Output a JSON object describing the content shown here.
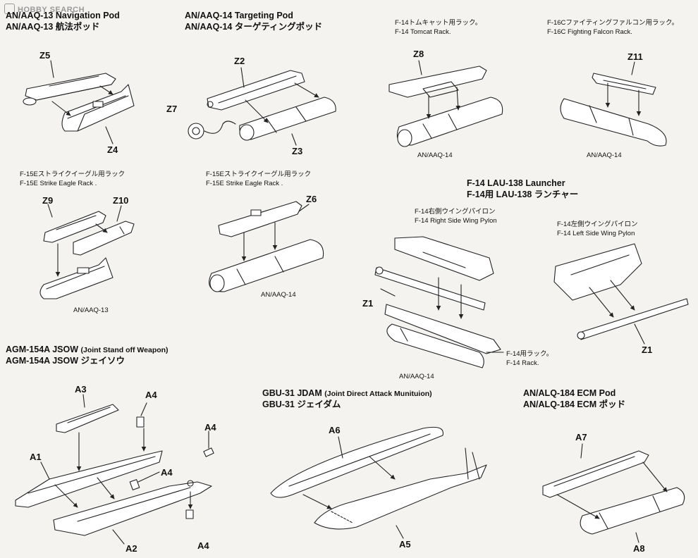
{
  "watermark": "HOBBY SEARCH",
  "sections": {
    "navpod": {
      "title_en": "AN/AAQ-13 Navigation Pod",
      "title_jp": "AN/AAQ-13 航法ポッド"
    },
    "tgtpod": {
      "title_en": "AN/AAQ-14 Targeting Pod",
      "title_jp": "AN/AAQ-14 ターゲティングポッド"
    },
    "f14rack": {
      "cap_jp": "F-14トムキャット用ラック。",
      "cap_en": "F-14 Tomcat Rack."
    },
    "f16rack": {
      "cap_jp": "F-16Cファイティングファルコン用ラック。",
      "cap_en": "F-16C Fighting Falcon Rack."
    },
    "f15rack_a": {
      "cap_jp": "F-15Eストライクイーグル用ラック",
      "cap_en": "F-15E Strike Eagle Rack .",
      "pod_label": "AN/AAQ-13"
    },
    "f15rack_b": {
      "cap_jp": "F-15Eストライクイーグル用ラック",
      "cap_en": "F-15E Strike Eagle Rack .",
      "pod_label": "AN/AAQ-14"
    },
    "lau138": {
      "title_en": "F-14 LAU-138 Launcher",
      "title_jp": "F-14用 LAU-138 ランチャー",
      "right_jp": "F-14右側ウイングパイロン",
      "right_en": "F-14 Right Side Wing Pylon",
      "left_jp": "F-14左側ウイングパイロン",
      "left_en": "F-14 Left Side Wing Pylon",
      "rack_jp": "F-14用ラック。",
      "rack_en": "F-14 Rack.",
      "pod_label": "AN/AAQ-14"
    },
    "jsow": {
      "title_en": "AGM-154A JSOW",
      "title_note": "(Joint Stand off Weapon)",
      "title_jp": "AGM-154A JSOW ジェイソウ"
    },
    "jdam": {
      "title_en": "GBU-31 JDAM",
      "title_note": "(Joint Direct Attack Munituion)",
      "title_jp": "GBU-31 ジェイダム"
    },
    "ecm": {
      "title_en": "AN/ALQ-184 ECM Pod",
      "title_jp": "AN/ALQ-184 ECM ポッド"
    }
  },
  "pod_labels": {
    "z8_pod": "AN/AAQ-14",
    "z11_pod": "AN/AAQ-14"
  },
  "parts": {
    "z5": "Z5",
    "z4": "Z4",
    "z2": "Z2",
    "z7": "Z7",
    "z3": "Z3",
    "z8": "Z8",
    "z11": "Z11",
    "z9": "Z9",
    "z10": "Z10",
    "z6": "Z6",
    "z1a": "Z1",
    "z1b": "Z1",
    "a3": "A3",
    "a4a": "A4",
    "a4b": "A4",
    "a4c": "A4",
    "a4d": "A4",
    "a1": "A1",
    "a2": "A2",
    "a6": "A6",
    "a5": "A5",
    "a7": "A7",
    "a8": "A8"
  }
}
